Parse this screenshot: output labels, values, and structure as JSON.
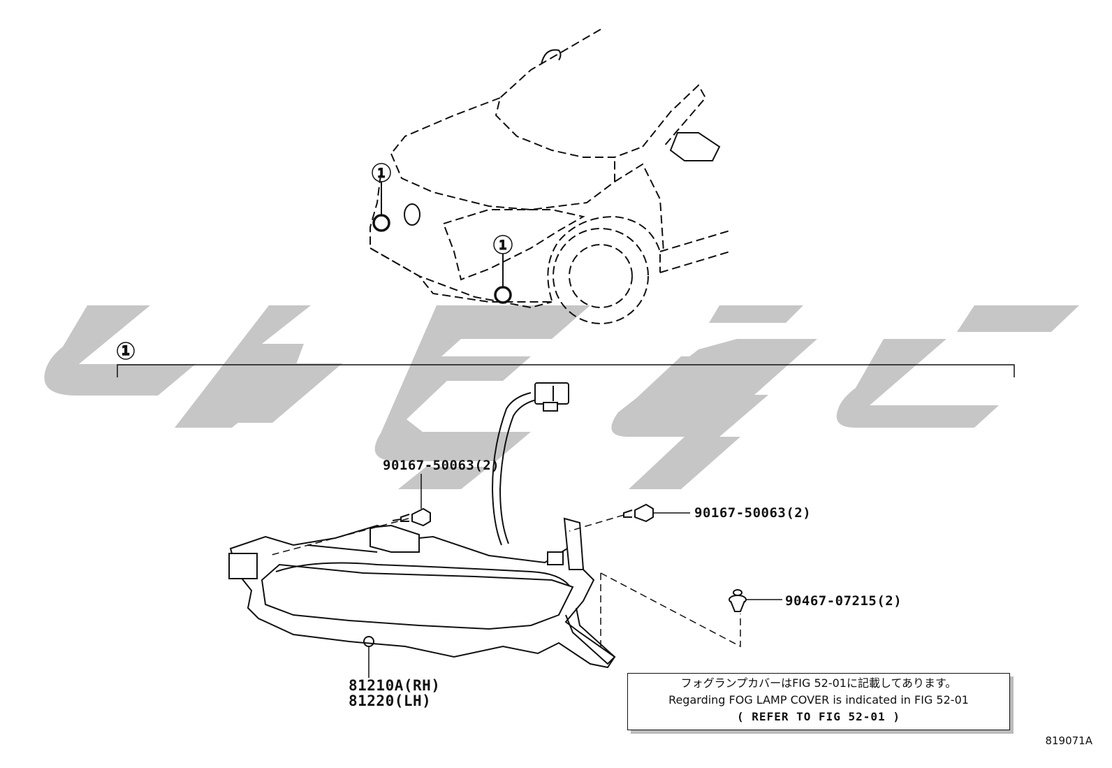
{
  "diagram": {
    "watermark": "SC9C",
    "callout": "1",
    "labels": {
      "bolt_left": "90167-50063(2)",
      "bolt_right": "90167-50063(2)",
      "clip": "90467-07215(2)",
      "lamp_rh": "81210A(RH)",
      "lamp_lh": "81220(LH)"
    },
    "note": {
      "japanese": "フォグランプカバーはFIG 52-01に記載してあります。",
      "english": "Regarding FOG LAMP COVER is indicated in FIG 52-01",
      "refer": "(   REFER TO FIG 52-01  )"
    },
    "figure_number": "819071A"
  }
}
